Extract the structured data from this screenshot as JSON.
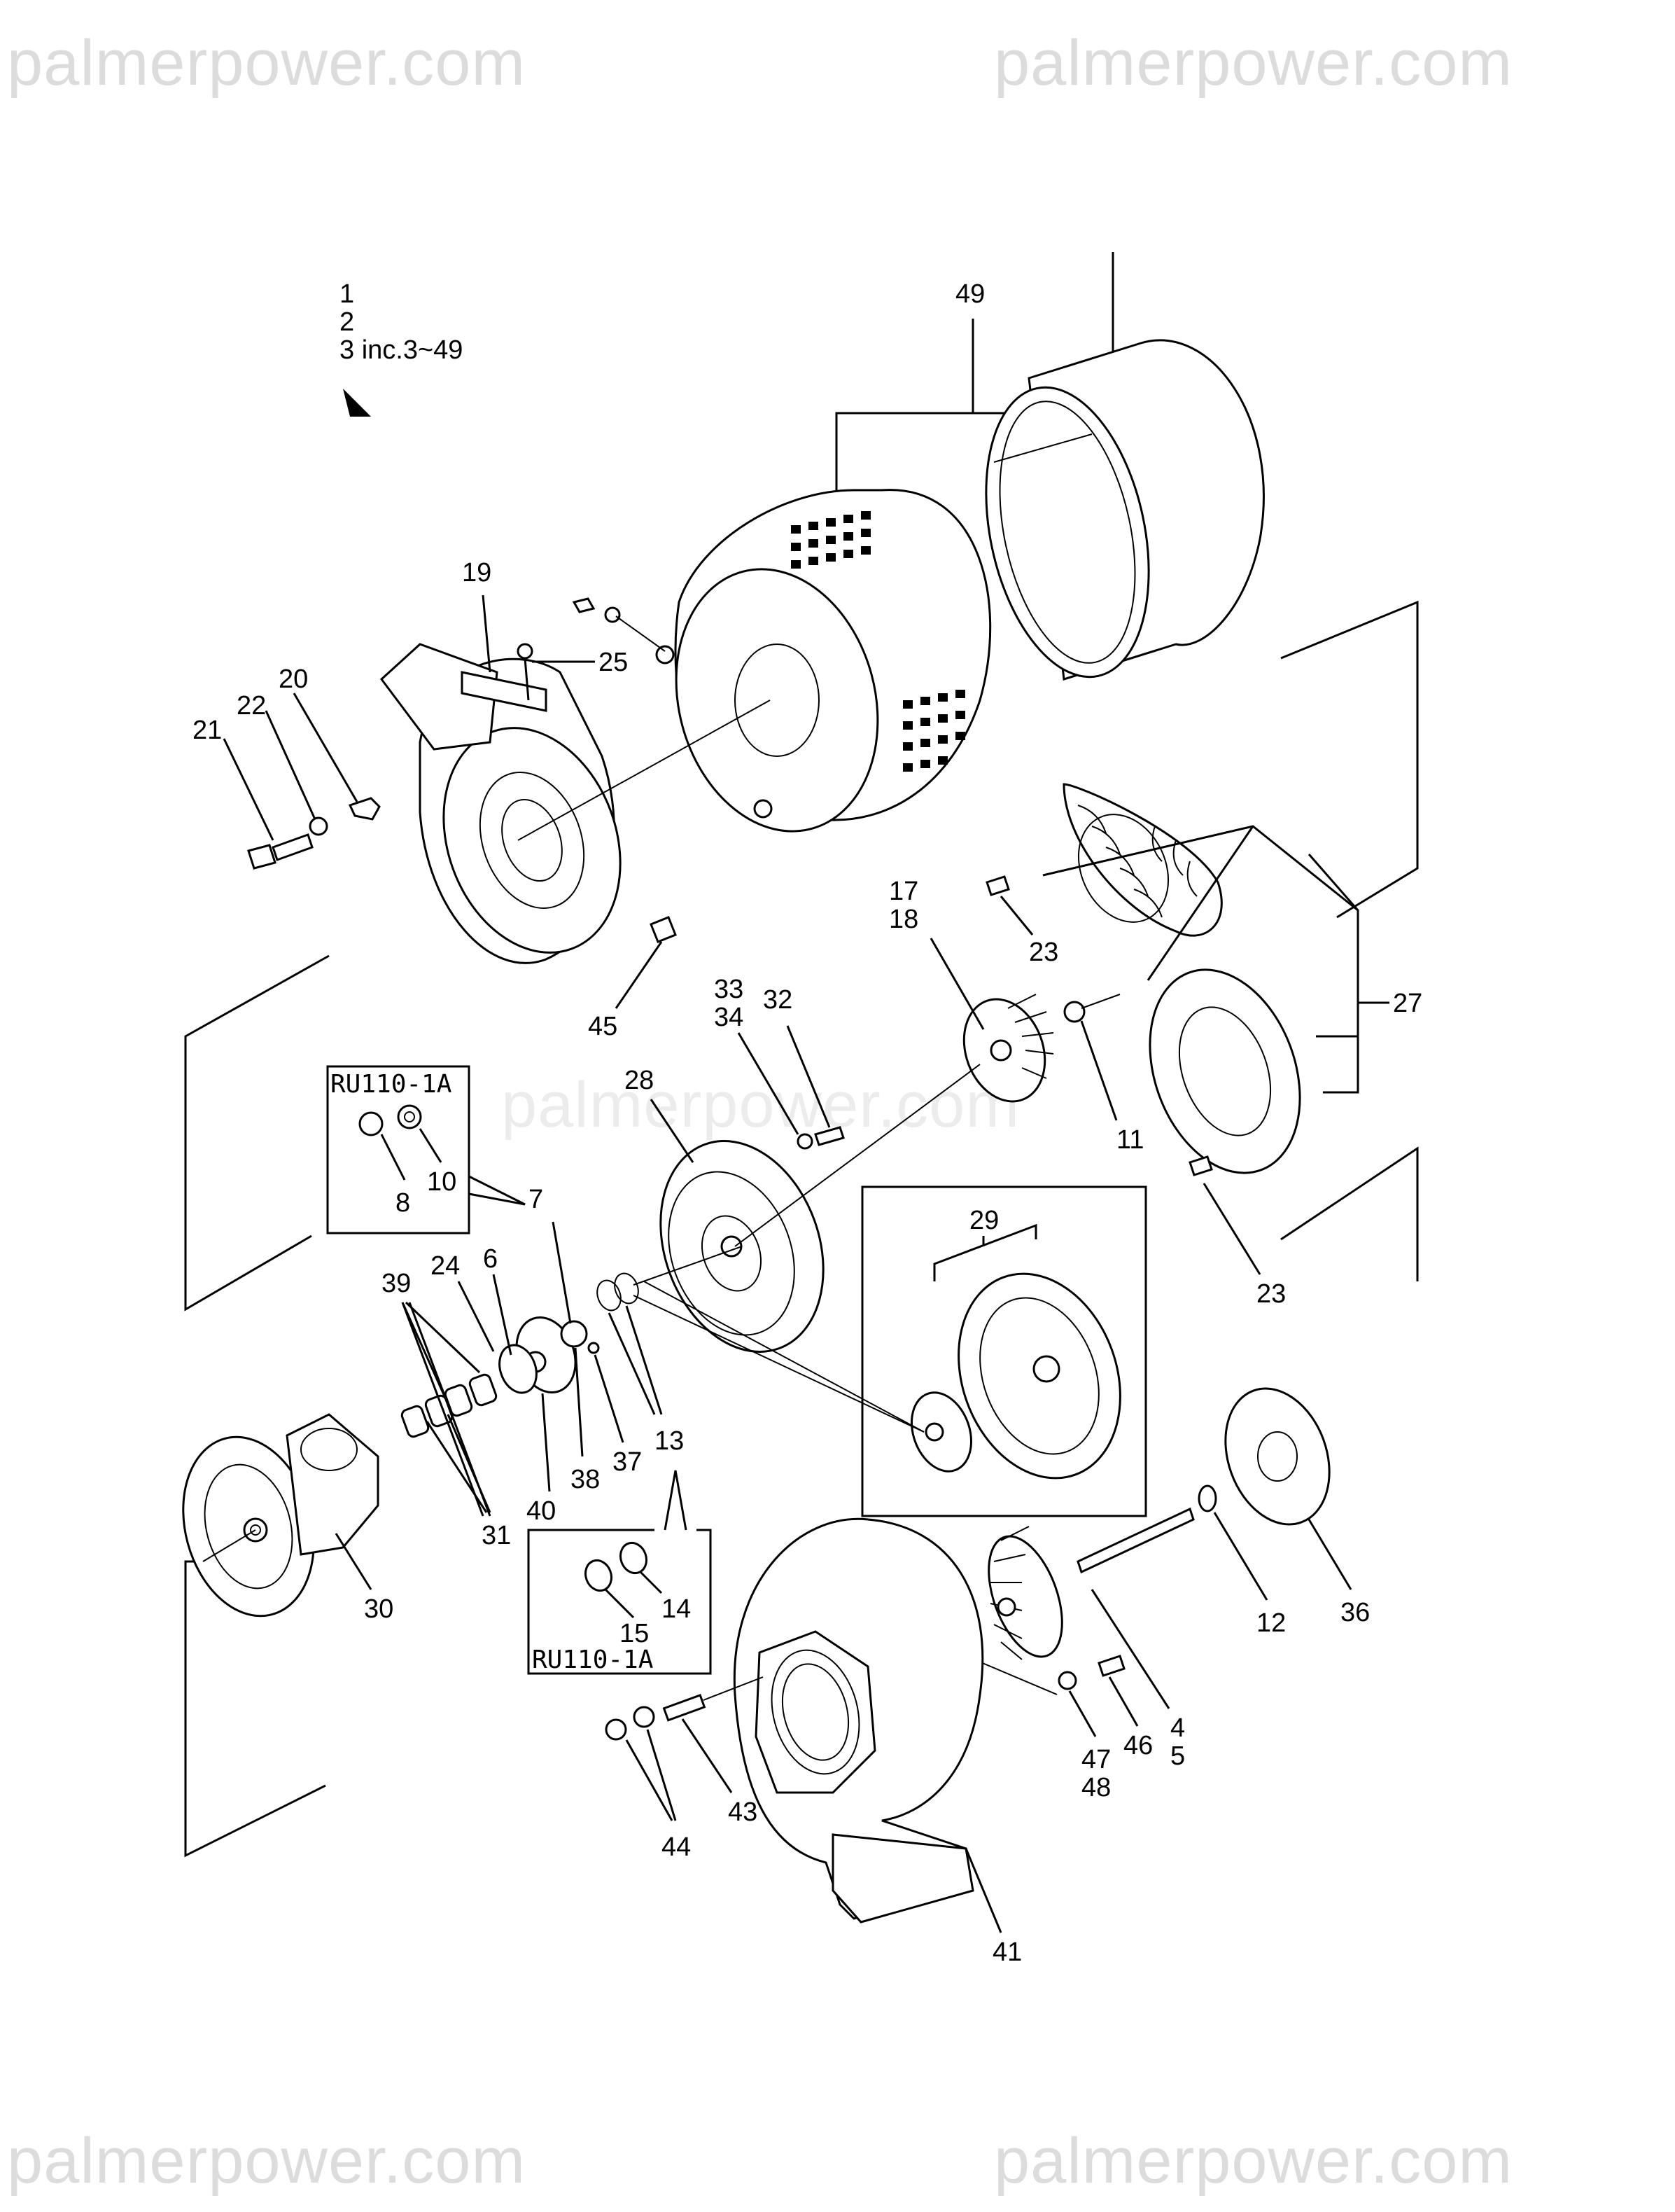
{
  "watermarks": {
    "top_left": "palmerpower.com",
    "top_right": "palmerpower.com",
    "center": "palmerpower.com",
    "bottom_left": "palmerpower.com",
    "bottom_right": "palmerpower.com"
  },
  "header": {
    "line1": "1",
    "line2": "2",
    "line3": "3 inc.3~49"
  },
  "kits": {
    "upper": "RU110-1A",
    "lower": "RU110-1A"
  },
  "callouts": {
    "c49": "49",
    "c19": "19",
    "c25": "25",
    "c20": "20",
    "c21": "21",
    "c22": "22",
    "c45": "45",
    "c17": "17",
    "c18": "18",
    "c23a": "23",
    "c27": "27",
    "c11": "11",
    "c23b": "23",
    "c33": "33",
    "c34": "34",
    "c32": "32",
    "c28": "28",
    "c8": "8",
    "c10": "10",
    "c7": "7",
    "c6": "6",
    "c24": "24",
    "c39": "39",
    "c29": "29",
    "c13": "13",
    "c37": "37",
    "c38": "38",
    "c40": "40",
    "c31": "31",
    "c30": "30",
    "c14": "14",
    "c15": "15",
    "c36": "36",
    "c12": "12",
    "c4": "4",
    "c5": "5",
    "c46": "46",
    "c47": "47",
    "c48": "48",
    "c43": "43",
    "c44": "44",
    "c41": "41"
  }
}
